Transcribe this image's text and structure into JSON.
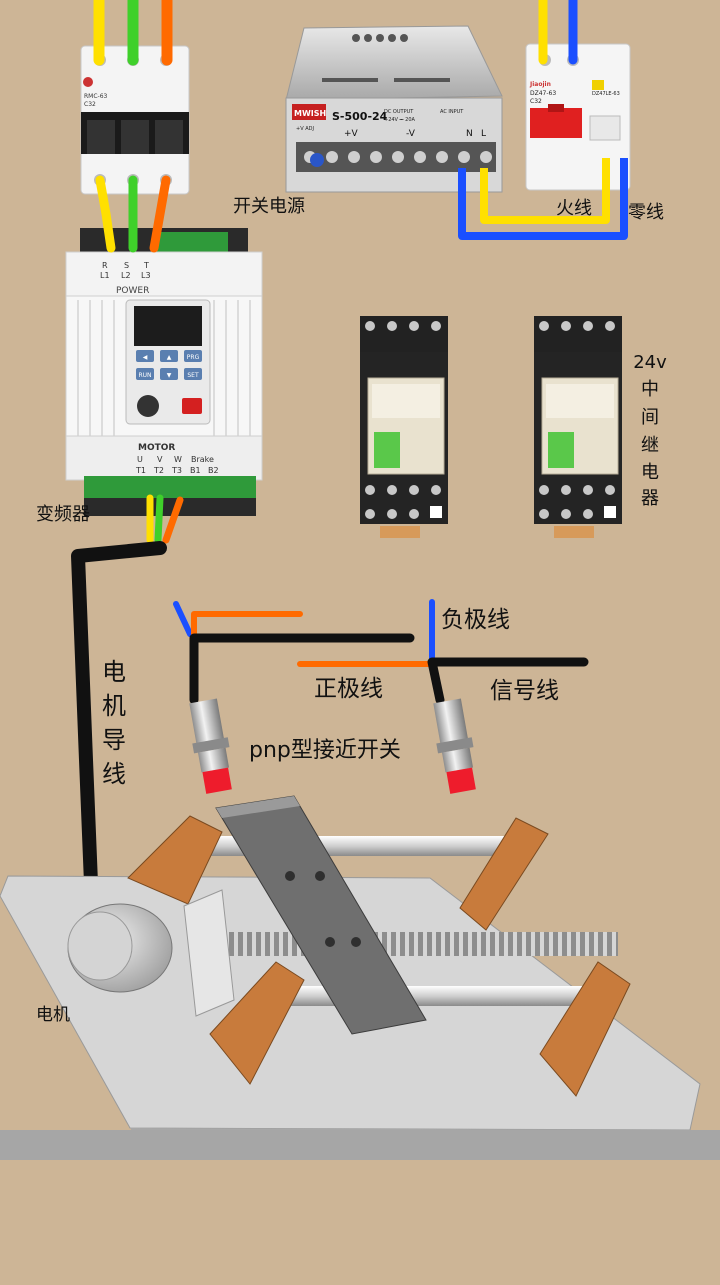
{
  "labels": {
    "power_supply": "开关电源",
    "live_wire": "火线",
    "neutral_wire": "零线",
    "relay_label": "24v中间继电器",
    "relay_chars": [
      "24v",
      "中",
      "间",
      "继",
      "电",
      "器"
    ],
    "inverter": "变频器",
    "motor_lead": "电机导线",
    "motor_lead_chars": [
      "电",
      "机",
      "导",
      "线"
    ],
    "negative_wire": "负极线",
    "positive_wire": "正极线",
    "signal_wire": "信号线",
    "proximity_switch": "pnp型接近开关",
    "motor": "电机"
  },
  "breaker": {
    "model": "RMC-63",
    "rating": "C32"
  },
  "psu": {
    "brand": "MWISH",
    "model": "S-500-24",
    "output_text": "DC OUTPUT",
    "output_spec": "+24V ⎓ 20A",
    "input_text": "AC INPUT",
    "adj": "+V ADJ",
    "plus_v": "+V",
    "minus_v": "-V",
    "terminal_n": "N",
    "terminal_l": "L"
  },
  "rcd": {
    "brand": "Jiaojin",
    "model": "DZ47-63",
    "rating": "C32",
    "leak_model": "DZ47LE-63"
  },
  "inverter": {
    "input_terminals": [
      "R",
      "S",
      "T"
    ],
    "input_sub": [
      "L1",
      "L2",
      "L3"
    ],
    "power": "POWER",
    "motor": "MOTOR",
    "output_terminals": [
      "U",
      "V",
      "W"
    ],
    "output_sub": [
      "T1",
      "T2",
      "T3"
    ],
    "brake": "Brake",
    "brake_sub": [
      "B1",
      "B2"
    ],
    "keypad": [
      "◀",
      "▲",
      "PRG",
      "RUN",
      "▼",
      "SET"
    ]
  },
  "colors": {
    "background": "#cdb596",
    "wire_yellow": "#ffe000",
    "wire_green": "#3fd02a",
    "wire_orange": "#ff6a00",
    "wire_blue": "#1a4fff",
    "wire_black": "#111111"
  }
}
